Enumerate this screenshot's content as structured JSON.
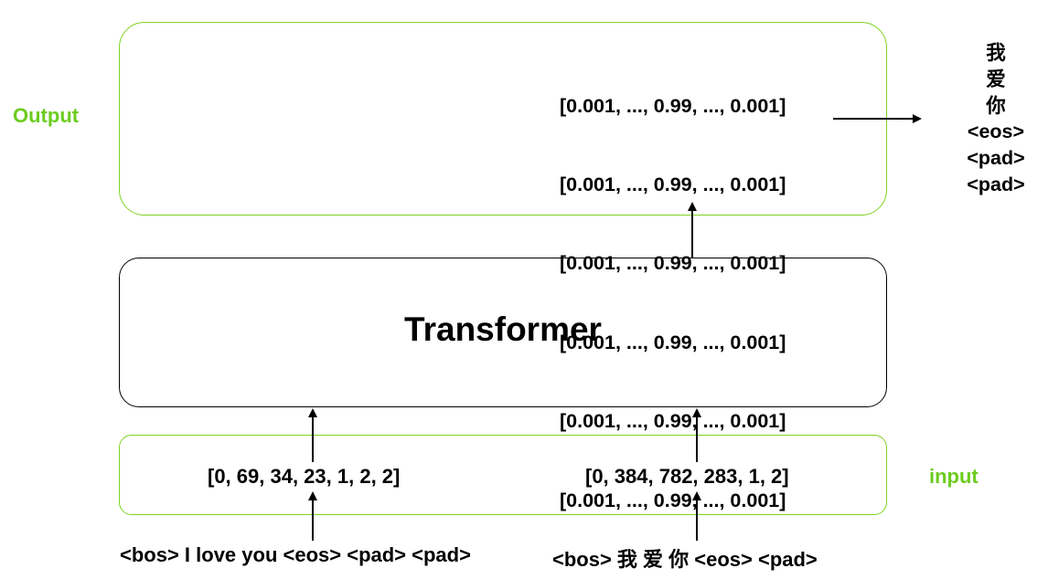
{
  "output_label": "Output",
  "input_label": "input",
  "model_label": "Transformer",
  "output_matrix": [
    "[0.001, ..., 0.99, ..., 0.001]",
    "[0.001, ..., 0.99, ..., 0.001]",
    "[0.001, ..., 0.99, ..., 0.001]",
    "[0.001, ..., 0.99, ..., 0.001]",
    "[0.001, ..., 0.99, ..., 0.001]",
    "[0.001, ..., 0.99, ..., 0.001]"
  ],
  "output_tokens": [
    "我",
    "爱",
    "你",
    "<eos>",
    "<pad>",
    "<pad>"
  ],
  "source_ids": "[0, 69, 34, 23, 1, 2, 2]",
  "target_ids": "[0, 384, 782, 283, 1, 2]",
  "source_text": "<bos> I love you <eos> <pad> <pad>",
  "target_text": "<bos> 我 爱 你 <eos> <pad>",
  "colors": {
    "accent": "#7ed321",
    "label": "#6ccc1f",
    "line": "#000000"
  }
}
